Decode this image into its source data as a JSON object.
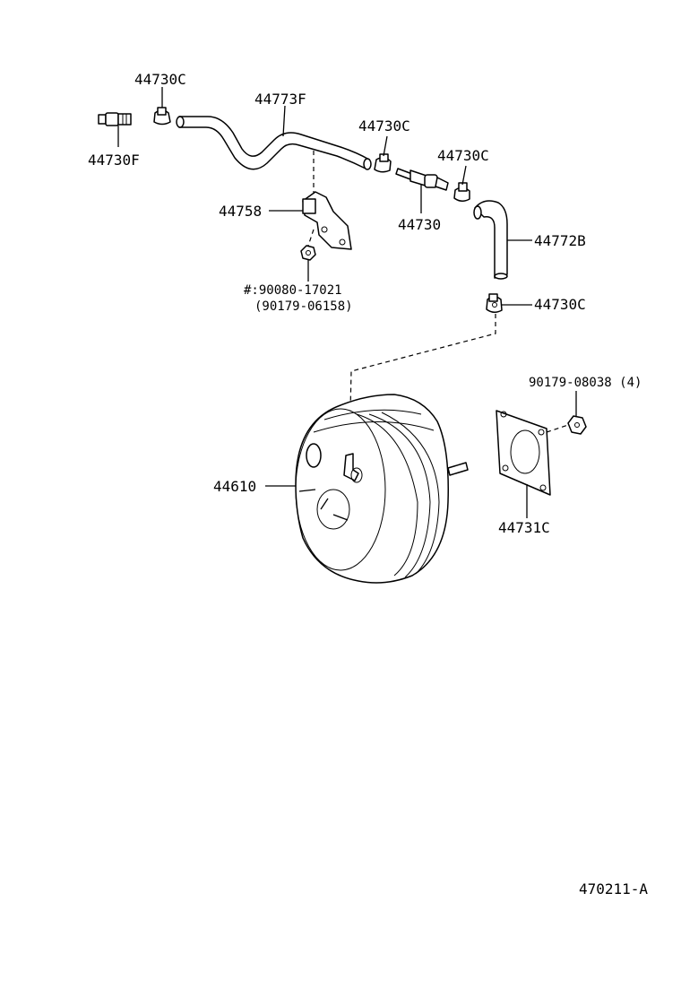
{
  "diagram_id": "470211-A",
  "parts": {
    "clamp_top_left": "44730C",
    "check_valve_connector_f": "44730F",
    "hose_upper": "44773F",
    "clamp_mid_upper": "44730C",
    "clamp_mid_right": "44730C",
    "bracket": "44758",
    "check_valve": "44730",
    "hose_lower": "44772B",
    "bolt_ref_1": "#:90080-17021",
    "bolt_ref_2": "(90179-06158)",
    "clamp_booster": "44730C",
    "nut_qty": "90179-08038 (4)",
    "booster": "44610",
    "gasket": "44731C"
  }
}
